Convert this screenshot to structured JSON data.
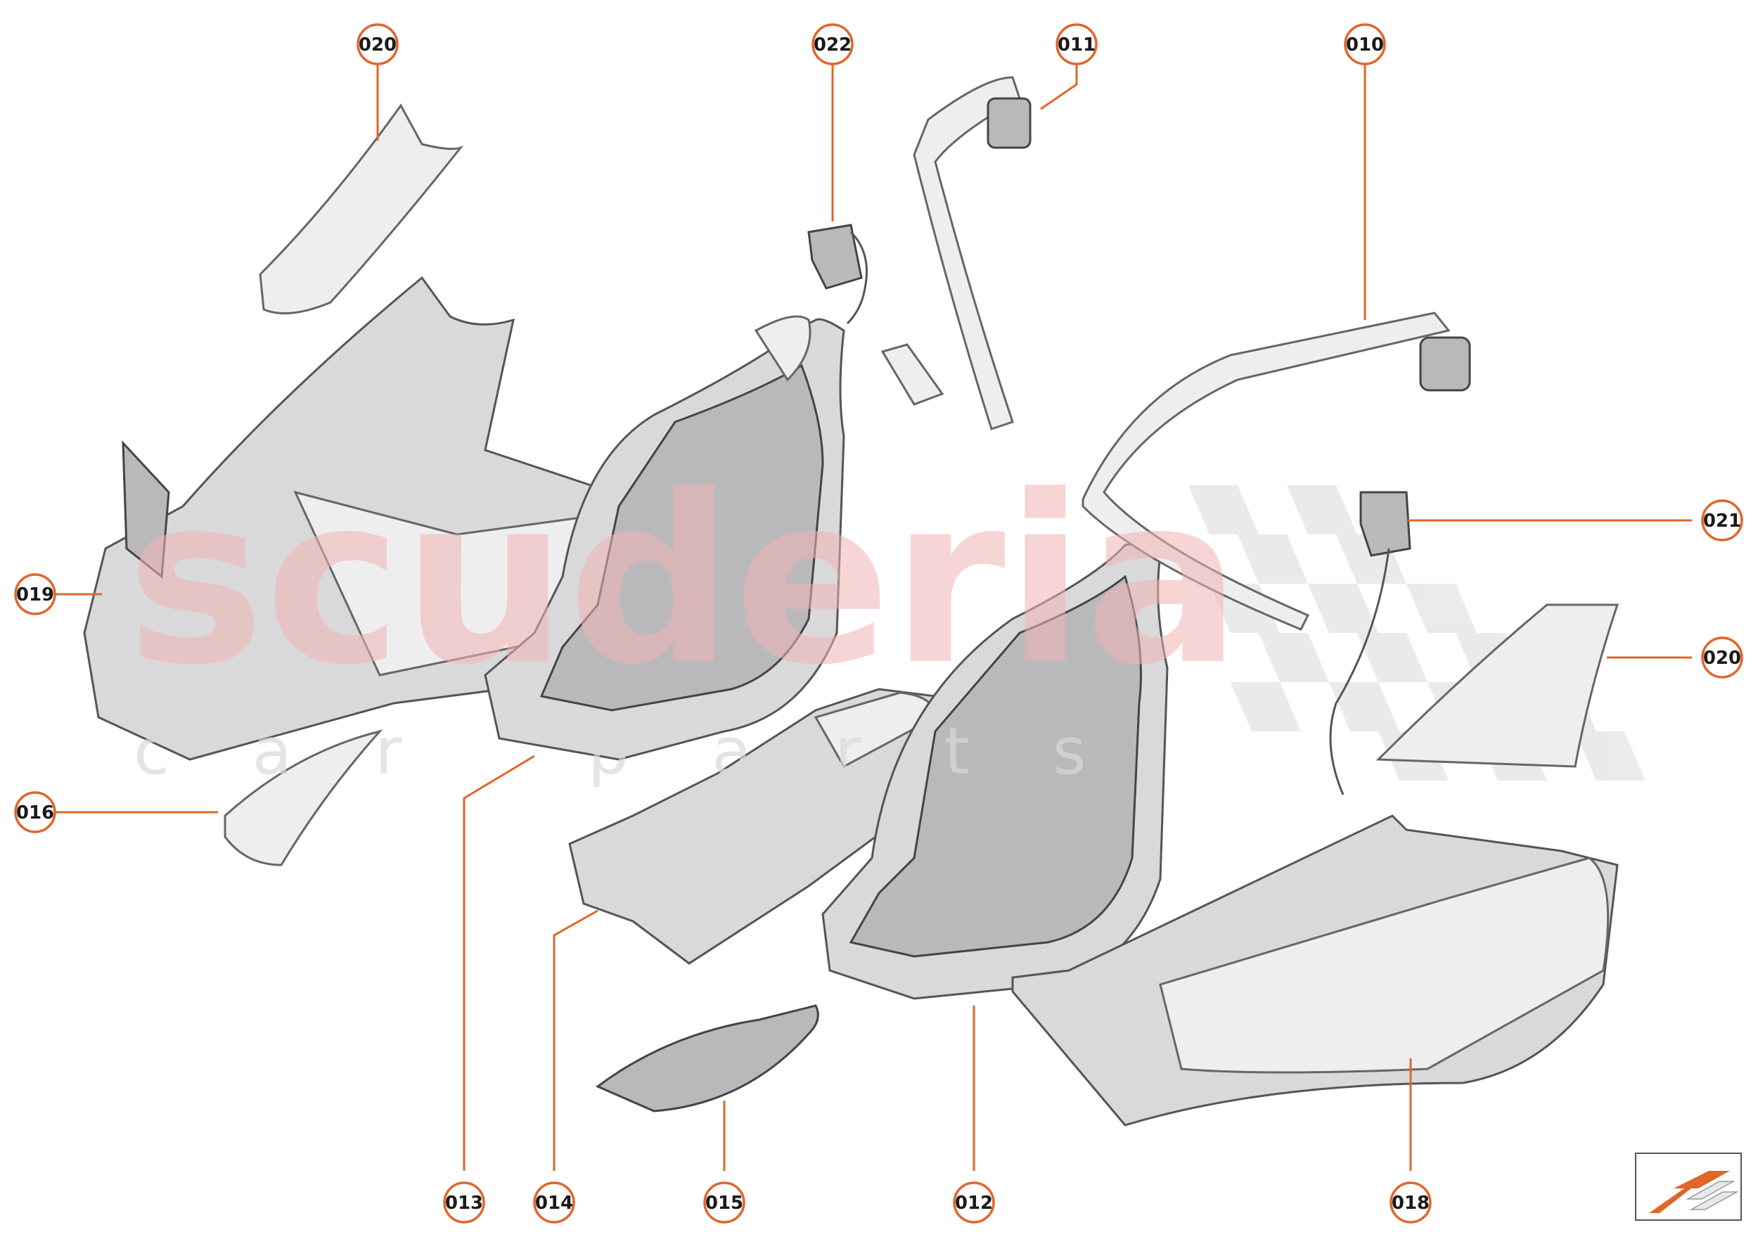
{
  "watermark": {
    "main": "scuderia",
    "sub": "car parts"
  },
  "colors": {
    "accent": "#e0662a",
    "watermark_red": "#f2b3b3",
    "part_fill": "#d9d9db"
  },
  "callouts": [
    {
      "id": "c-020-top",
      "label": "020"
    },
    {
      "id": "c-022",
      "label": "022"
    },
    {
      "id": "c-011",
      "label": "011"
    },
    {
      "id": "c-010",
      "label": "010"
    },
    {
      "id": "c-019",
      "label": "019"
    },
    {
      "id": "c-021",
      "label": "021"
    },
    {
      "id": "c-020-right",
      "label": "020"
    },
    {
      "id": "c-016",
      "label": "016"
    },
    {
      "id": "c-013",
      "label": "013"
    },
    {
      "id": "c-014",
      "label": "014"
    },
    {
      "id": "c-015",
      "label": "015"
    },
    {
      "id": "c-012",
      "label": "012"
    },
    {
      "id": "c-018",
      "label": "018"
    }
  ],
  "direction_icon": "front-direction-arrow-icon"
}
